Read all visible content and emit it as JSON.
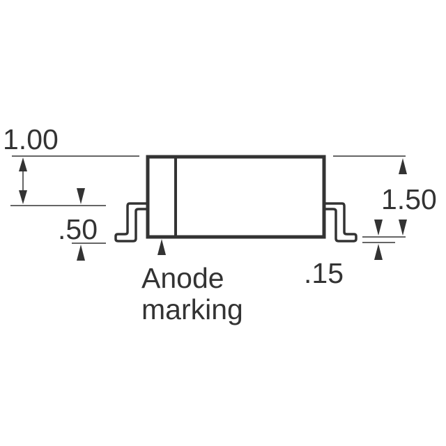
{
  "dimensions": {
    "total_height": "1.00",
    "body_height": "1.50",
    "lead_offset": ".50",
    "lead_thickness": ".15"
  },
  "labels": {
    "anode_line1": "Anode",
    "anode_line2": "marking"
  },
  "colors": {
    "ink": "#333333"
  }
}
